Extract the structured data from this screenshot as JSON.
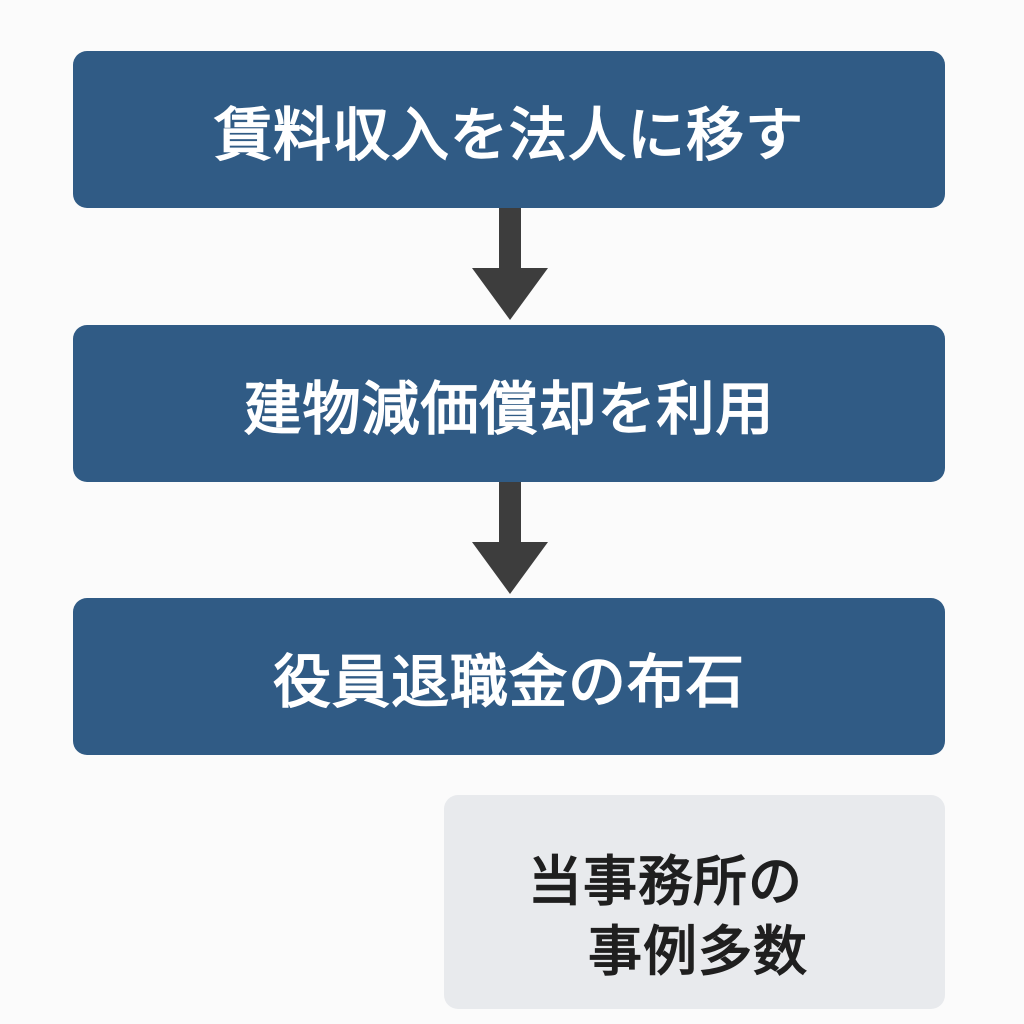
{
  "steps": [
    {
      "label": "賃料収入を法人に移す"
    },
    {
      "label": "建物減価償却を利用"
    },
    {
      "label": "役員退職金の布石"
    }
  ],
  "note": {
    "line1": "当事務所の",
    "line2": "事例多数"
  },
  "colors": {
    "step_background": "#305b85",
    "step_text": "#ffffff",
    "arrow": "#3d3d3d",
    "note_background": "#e8eaed",
    "note_text": "#1f1f1f",
    "page_background": "#fbfbfb"
  }
}
